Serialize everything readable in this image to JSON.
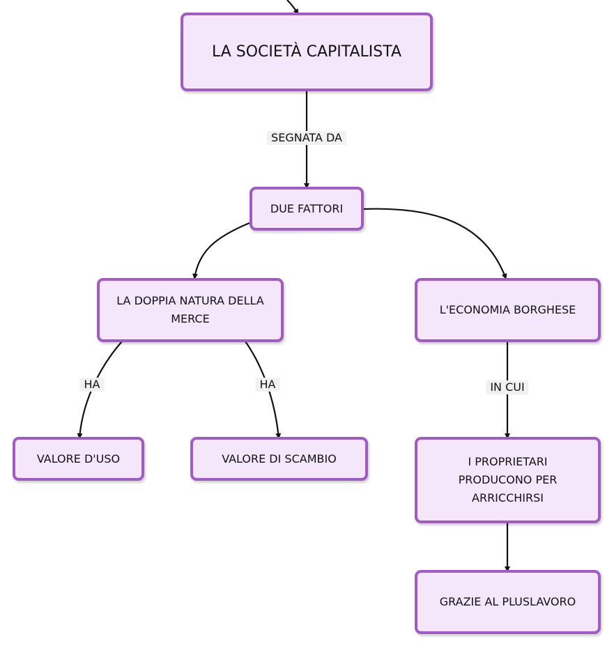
{
  "diagram": {
    "colors": {
      "node_border": "#a25bc4",
      "node_fill": "#f5e7fb",
      "edge": "#111111",
      "label_bg": "#f1f1f1"
    },
    "nodes": {
      "societa": "LA SOCIETÀ CAPITALISTA",
      "fattori": "DUE FATTORI",
      "doppia_natura": "LA DOPPIA NATURA DELLA MERCE",
      "economia": "L'ECONOMIA BORGHESE",
      "valore_uso": "VALORE D'USO",
      "valore_scambio": "VALORE DI SCAMBIO",
      "proprietari": "I PROPRIETARI PRODUCONO PER ARRICCHIRSI",
      "pluslavoro": "GRAZIE AL PLUSLAVORO"
    },
    "edge_labels": {
      "segnata_da": "SEGNATA DA",
      "ha_1": "HA",
      "ha_2": "HA",
      "in_cui": "IN CUI"
    },
    "edges": [
      {
        "from": "(above)",
        "to": "societa",
        "label": ""
      },
      {
        "from": "societa",
        "to": "fattori",
        "label": "SEGNATA DA"
      },
      {
        "from": "fattori",
        "to": "doppia_natura",
        "label": ""
      },
      {
        "from": "fattori",
        "to": "economia",
        "label": ""
      },
      {
        "from": "doppia_natura",
        "to": "valore_uso",
        "label": "HA"
      },
      {
        "from": "doppia_natura",
        "to": "valore_scambio",
        "label": "HA"
      },
      {
        "from": "economia",
        "to": "proprietari",
        "label": "IN CUI"
      },
      {
        "from": "proprietari",
        "to": "pluslavoro",
        "label": ""
      }
    ]
  }
}
